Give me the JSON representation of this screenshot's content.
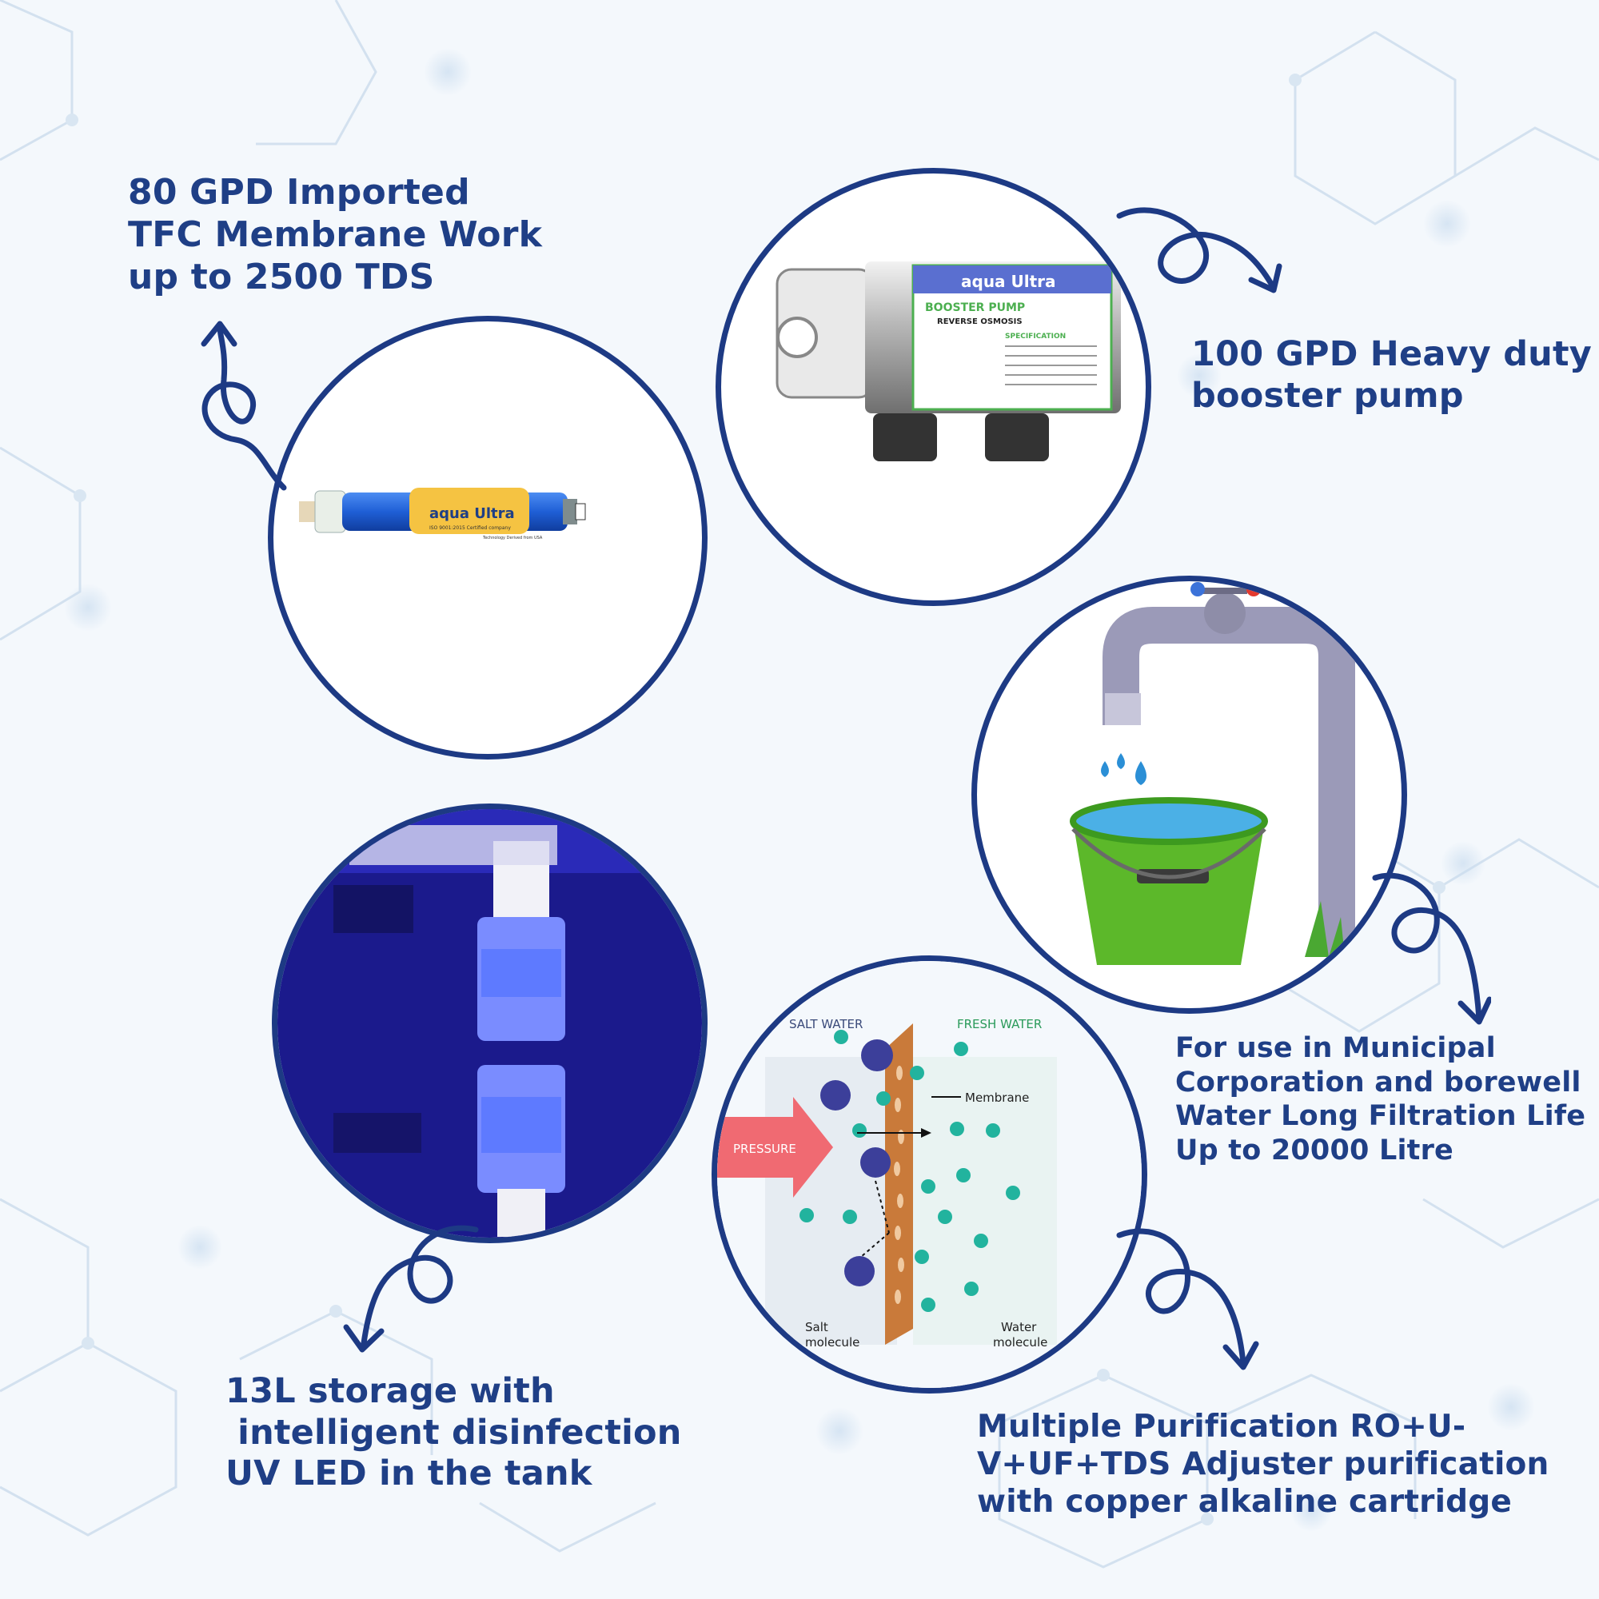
{
  "features": {
    "membrane": {
      "lines": [
        "80 GPD Imported",
        "TFC Membrane Work",
        "up to 2500 TDS"
      ],
      "product_brand": "aqua Ultra",
      "product_cert": "ISO 9001:2015 Certified company",
      "product_origin": "Technology Derived from USA"
    },
    "pump": {
      "lines": [
        "100 GPD Heavy duty",
        "booster pump"
      ],
      "label_brand": "aqua Ultra",
      "label_title": "BOOSTER PUMP",
      "label_subtitle": "REVERSE OSMOSIS",
      "label_spec": "SPECIFICATION"
    },
    "municipal": {
      "lines": [
        "For use in Municipal",
        "Corporation and borewell",
        "Water Long Filtration Life",
        "Up to 20000 Litre"
      ]
    },
    "uv": {
      "lines": [
        "13L storage with",
        " intelligent disinfection",
        "UV LED in the tank"
      ]
    },
    "purification": {
      "lines": [
        "Multiple Purification RO+U-",
        "V+UF+TDS Adjuster purification",
        "with copper alkaline cartridge"
      ],
      "diagram": {
        "salt_water": "SALT WATER",
        "fresh_water": "FRESH WATER",
        "pressure": "PRESSURE",
        "membrane": "Membrane",
        "salt_molecule": [
          "Salt",
          "molecule"
        ],
        "water_molecule": [
          "Water",
          "molecule"
        ]
      }
    }
  },
  "colors": {
    "text": "#1f3f86",
    "circle_border": "#1d3a84",
    "background": "#f4f8fc",
    "salt_molecule": "#3c3f9a",
    "water_molecule": "#22b39e",
    "membrane": "#c97a3a",
    "bucket": "#5cb82a",
    "uv_glow": "#3a5cff"
  },
  "icons": [
    "swirl-arrow-icon",
    "membrane-cartridge-icon",
    "booster-pump-icon",
    "tap-bucket-icon",
    "uv-tank-icon",
    "ro-diagram-icon"
  ]
}
